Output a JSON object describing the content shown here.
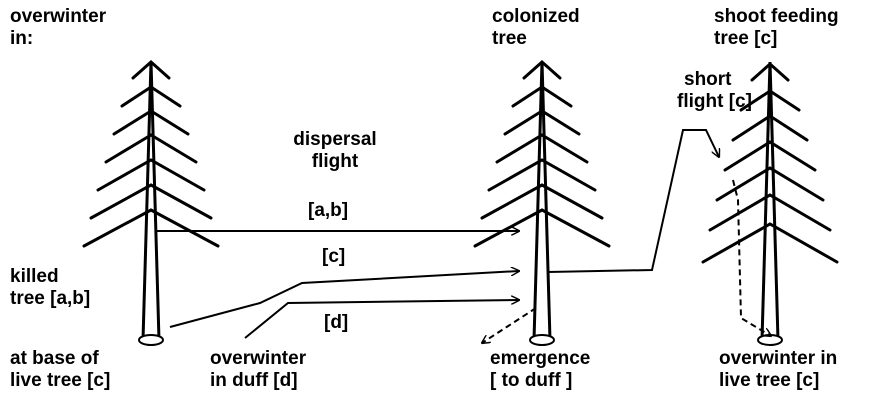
{
  "labels": {
    "overwinter_in": [
      "overwinter",
      "in:"
    ],
    "colonized_tree": [
      "colonized",
      "tree"
    ],
    "shoot_feeding_tree": [
      "shoot feeding",
      "tree [c]"
    ],
    "dispersal_flight": [
      "dispersal",
      "flight"
    ],
    "short_flight": [
      "short",
      "flight [c]"
    ],
    "route_ab": "[a,b]",
    "route_c": "[c]",
    "route_d": "[d]",
    "killed_tree": [
      "killed",
      "tree [a,b]"
    ],
    "base_of_live_tree": [
      "at base of",
      "live tree [c]"
    ],
    "overwinter_in_duff": [
      "overwinter",
      "in duff [d]"
    ],
    "emergence": [
      "emergence",
      "[ to duff ]"
    ],
    "overwinter_in_live_tree": [
      "overwinter in",
      "live tree [c]"
    ]
  },
  "colors": {
    "ink": "#000000",
    "background": "#ffffff"
  }
}
